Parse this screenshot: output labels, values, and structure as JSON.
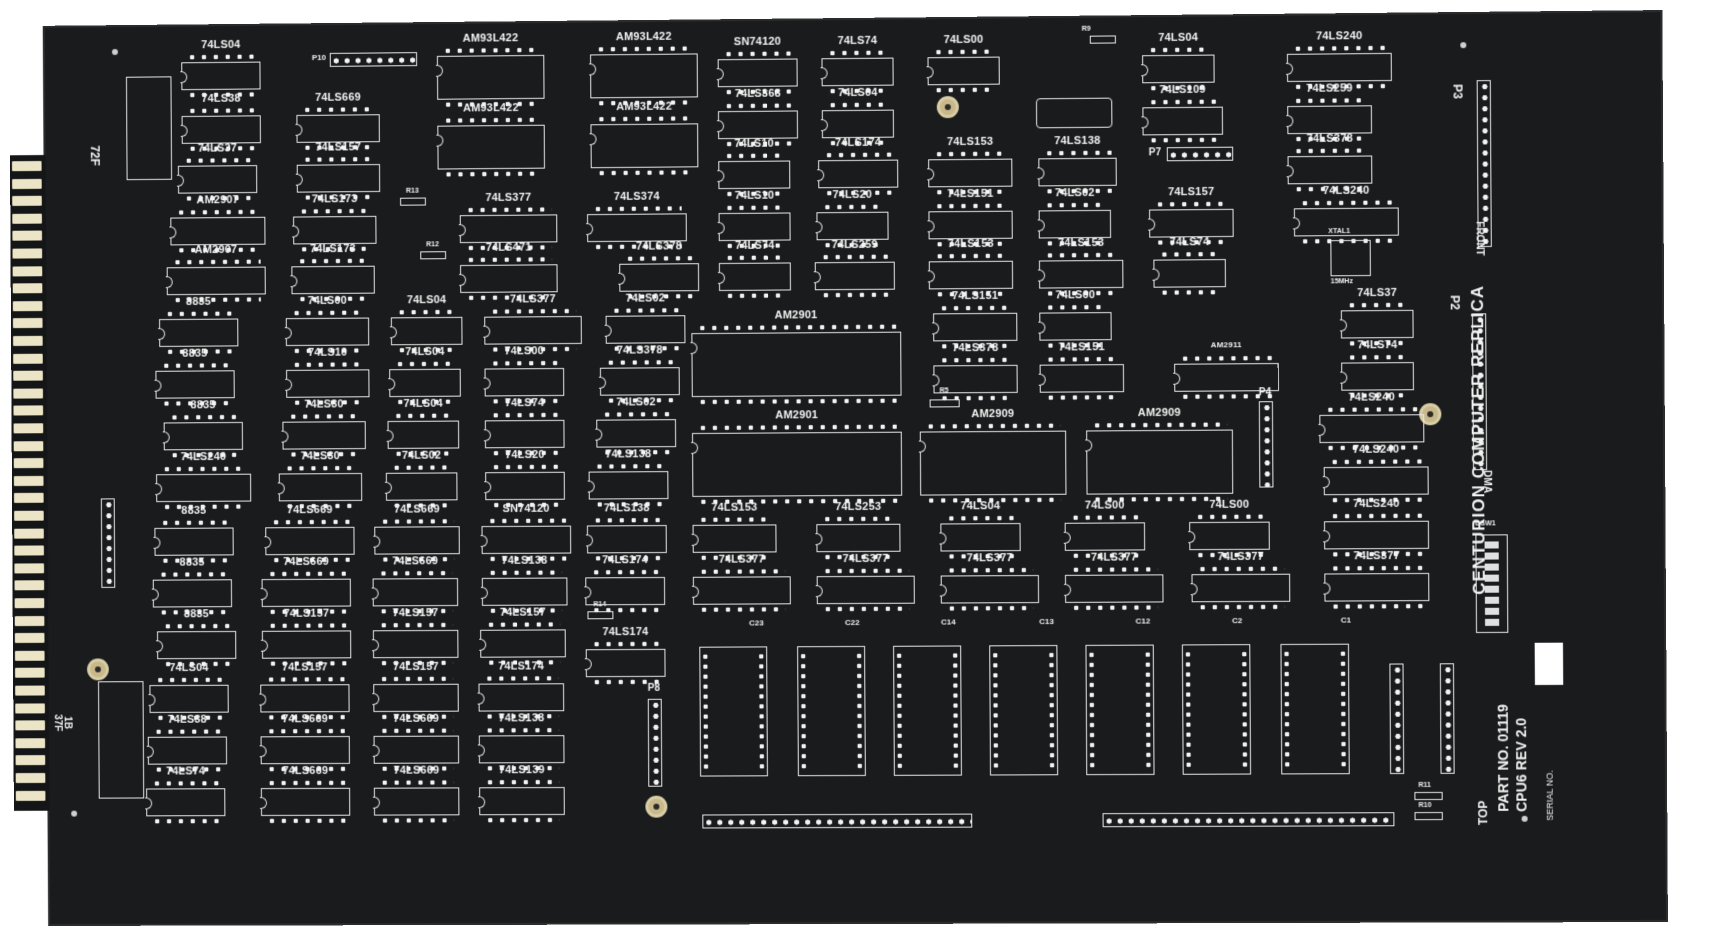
{
  "board": {
    "title": "CENTURION COMPUTER REPLICA",
    "part_no": "PART NO. 01119",
    "revision": "CPU6 REV 2.0",
    "serial_label": "SERIAL NO.",
    "side_label": "TOP",
    "front_label": "FRONT",
    "dma_label": "DMA",
    "crystal_freq": "15MHz",
    "edge_top_label": "72F",
    "edge_bottom_label_1": "1B",
    "edge_bottom_label_2": "37F"
  },
  "headers": {
    "p2": "P2",
    "p3": "P3",
    "p4": "P4",
    "p7": "P7",
    "p8": "P8",
    "p10": "P10",
    "dsw1": "DSW1"
  },
  "chips": {
    "c1": "74LS04",
    "c2": "74LS38",
    "c3": "74LS37",
    "c4": "AM2907",
    "c5": "AM2907",
    "c6": "8835",
    "c7": "8835",
    "c8": "8835",
    "c9": "74LS240",
    "c10": "8835",
    "c11": "8835",
    "c12": "8835",
    "c13": "74LS04",
    "c14": "74LS38",
    "c15": "74LS74",
    "c16": "74LS669",
    "c17": "74LS157",
    "c18": "74LS173",
    "c19": "74LS173",
    "c20": "74LS00",
    "c21": "74LS10",
    "c22": "74LS30",
    "c23": "74LS30",
    "c24": "74LS669",
    "c25": "74LS669",
    "c26": "74LS157",
    "c27": "74LS157",
    "c28": "74LS669",
    "c29": "74LS669",
    "c30": "AM93L422",
    "c31": "AM93L422",
    "c32": "74LS377",
    "c33": "74LS471",
    "c34": "74LS04",
    "c35": "74LS04",
    "c36": "74LS04",
    "c37": "74LS02",
    "c38": "74LS669",
    "c39": "74LS669",
    "c40": "74LS157",
    "c41": "74LS157",
    "c42": "74LS669",
    "c43": "74LS669",
    "c44": "74LS377",
    "c45": "74LS00",
    "c46": "74LS74",
    "c47": "74LS20",
    "c48": "SN74120",
    "c49": "74LS138",
    "c50": "74LS157",
    "c51": "74LS174",
    "c52": "74LS138",
    "c53": "74LS139",
    "c54": "AM93L422",
    "c55": "AM93L422",
    "c56": "74LS374",
    "c57": "74LS378",
    "c58": "74LS02",
    "c59": "74LS378",
    "c60": "74LS02",
    "c61": "74LS138",
    "c62": "74LS138",
    "c63": "74LS174",
    "c64": "74LS174",
    "c65": "SN74120",
    "c66": "74LS368",
    "c67": "74LS10",
    "c68": "74LS10",
    "c69": "74LS74",
    "c70": "74LS74",
    "c71": "74LS04",
    "c72": "74LS174",
    "c73": "74LS20",
    "c74": "74LS259",
    "c75": "AM2901",
    "c76": "AM2901",
    "c77": "74LS153",
    "c78": "74LS253",
    "c79": "74LS377",
    "c80": "74LS377",
    "c81": "74LS00",
    "c82": "74LS153",
    "c83": "74LS151",
    "c84": "74LS153",
    "c85": "74LS151",
    "c86": "74LS378",
    "c87": "AM2909",
    "c88": "74LS04",
    "c89": "74LS377",
    "c90": "74LS138",
    "c91": "74LS02",
    "c92": "74LS153",
    "c93": "74LS00",
    "c94": "74LS151",
    "c95": "AM2909",
    "c96": "74LS00",
    "c97": "74LS377",
    "c98": "74LS109",
    "c99": "74LS157",
    "c100": "74LS74",
    "c101": "AM2911",
    "c102": "74LS00",
    "c103": "74LS377",
    "c104": "74LS240",
    "c105": "74LS259",
    "c106": "74LS378",
    "c107": "74LS240",
    "c108": "74LS37",
    "c109": "74LS74",
    "c110": "74LS240",
    "c111": "74LS240",
    "c112": "74LS240",
    "c113": "74LS377"
  },
  "components": {
    "xtal": "XTAL1",
    "cap_labels": [
      "C23",
      "C22",
      "C14",
      "C13",
      "C12",
      "C2",
      "C1"
    ],
    "resistors": [
      "R13",
      "R12",
      "R14",
      "R5",
      "R9",
      "R11",
      "R10"
    ]
  },
  "colors": {
    "board": "#1a1b1c",
    "silkscreen": "#f2f2f2",
    "gold_fingers": "#ebe4c6",
    "mount_pad": "#c9b88a"
  }
}
